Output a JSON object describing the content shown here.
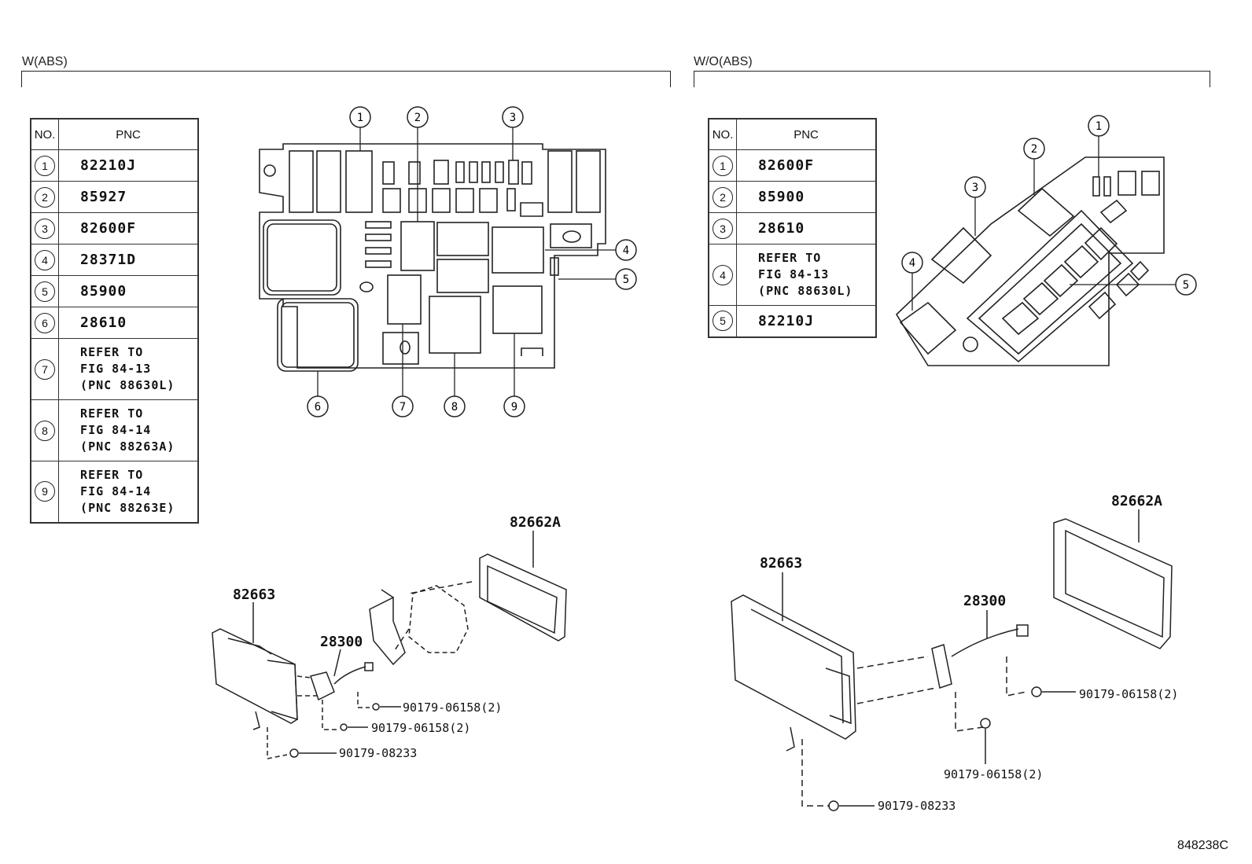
{
  "sections": {
    "with_abs": {
      "label": "W(ABS)"
    },
    "without_abs": {
      "label": "W/O(ABS)"
    }
  },
  "table_headers": {
    "no": "NO.",
    "pnc": "PNC"
  },
  "table_with_abs": [
    {
      "no": "1",
      "pnc": "82210J"
    },
    {
      "no": "2",
      "pnc": "85927"
    },
    {
      "no": "3",
      "pnc": "82600F"
    },
    {
      "no": "4",
      "pnc": "28371D"
    },
    {
      "no": "5",
      "pnc": "85900"
    },
    {
      "no": "6",
      "pnc": "28610"
    },
    {
      "no": "7",
      "pnc": "REFER TO\nFIG 84-13\n(PNC 88630L)"
    },
    {
      "no": "8",
      "pnc": "REFER TO\nFIG 84-14\n(PNC 88263A)"
    },
    {
      "no": "9",
      "pnc": "REFER TO\nFIG 84-14\n(PNC 88263E)"
    }
  ],
  "table_without_abs": [
    {
      "no": "1",
      "pnc": "82600F"
    },
    {
      "no": "2",
      "pnc": "85900"
    },
    {
      "no": "3",
      "pnc": "28610"
    },
    {
      "no": "4",
      "pnc": "REFER TO\nFIG 84-13\n(PNC 88630L)"
    },
    {
      "no": "5",
      "pnc": "82210J"
    }
  ],
  "callouts_left": [
    "1",
    "2",
    "3",
    "4",
    "5",
    "6",
    "7",
    "8",
    "9"
  ],
  "callouts_right": [
    "1",
    "2",
    "3",
    "4",
    "5"
  ],
  "part_labels_left": {
    "cover": "82662A",
    "base": "82663",
    "relay": "28300",
    "nut1": "90179-06158(2)",
    "nut2": "90179-06158(2)",
    "nut3": "90179-08233"
  },
  "part_labels_right": {
    "cover": "82662A",
    "base": "82663",
    "relay": "28300",
    "nut1": "90179-06158(2)",
    "nut2": "90179-06158(2)",
    "nut3": "90179-08233"
  },
  "figure_code": "848238C"
}
